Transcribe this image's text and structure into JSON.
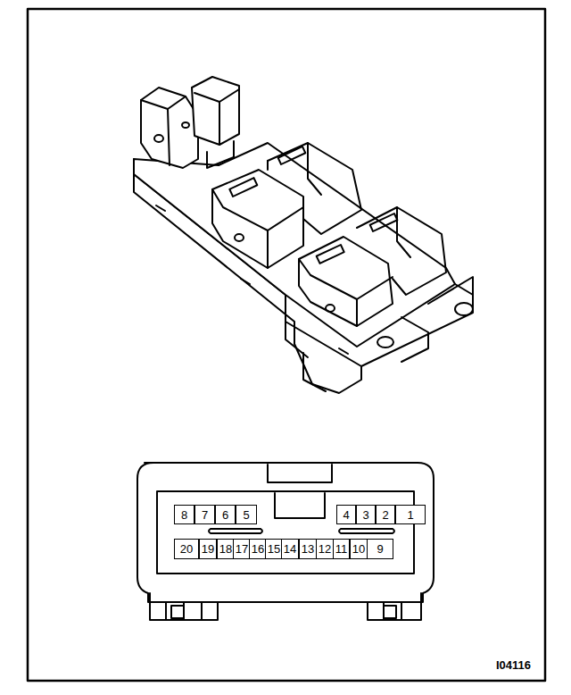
{
  "diagram": {
    "nodes": [
      {
        "text": [
          "8"
        ]
      },
      {
        "text": [
          "7"
        ]
      },
      {
        "text": [
          "6"
        ]
      },
      {
        "text": [
          "5"
        ]
      },
      {
        "text": [
          "4"
        ]
      },
      {
        "text": [
          "3"
        ]
      },
      {
        "text": [
          "2"
        ]
      },
      {
        "text": [
          "1"
        ]
      },
      {
        "text": [
          "20"
        ]
      },
      {
        "text": [
          "19"
        ]
      },
      {
        "text": [
          "18"
        ]
      },
      {
        "text": [
          "17"
        ]
      },
      {
        "text": [
          "16"
        ]
      },
      {
        "text": [
          "15"
        ]
      },
      {
        "text": [
          "14"
        ]
      },
      {
        "text": [
          "13"
        ]
      },
      {
        "text": [
          "12"
        ]
      },
      {
        "text": [
          "11"
        ]
      },
      {
        "text": [
          "10"
        ]
      },
      {
        "text": [
          "9"
        ]
      }
    ],
    "labels": [
      "I04116"
    ]
  }
}
